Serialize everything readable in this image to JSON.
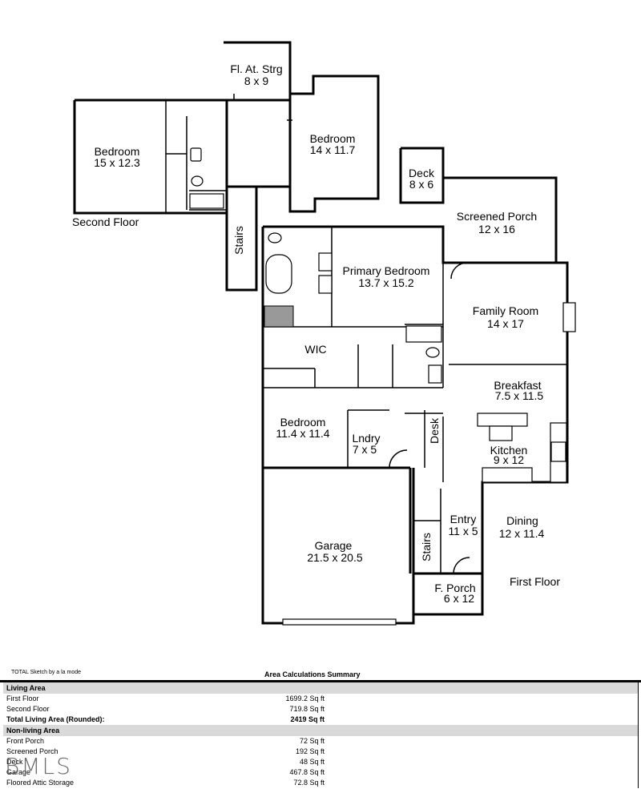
{
  "floors": {
    "second_floor": "Second Floor",
    "first_floor": "First Floor"
  },
  "rooms": {
    "bedroom_left": {
      "name": "Bedroom",
      "size": "15 x 12.3"
    },
    "attic_storage": {
      "name": "Fl. At. Strg",
      "size": "8 x 9"
    },
    "bedroom_upper": {
      "name": "Bedroom",
      "size": "14 x 11.7"
    },
    "deck": {
      "name": "Deck",
      "size": "8 x 6"
    },
    "screened_porch": {
      "name": "Screened Porch",
      "size": "12 x 16"
    },
    "stairs_upper": {
      "name": "Stairs"
    },
    "primary_bedroom": {
      "name": "Primary Bedroom",
      "size": "13.7 x 15.2"
    },
    "family_room": {
      "name": "Family Room",
      "size": "14 x 17"
    },
    "wic": {
      "name": "WIC"
    },
    "breakfast": {
      "name": "Breakfast",
      "size": "7.5 x 11.5"
    },
    "bedroom_first": {
      "name": "Bedroom",
      "size": "11.4 x 11.4"
    },
    "laundry": {
      "name": "Lndry",
      "size": "7 x 5"
    },
    "desk": {
      "name": "Desk"
    },
    "kitchen": {
      "name": "Kitchen",
      "size": "9 x 12"
    },
    "garage": {
      "name": "Garage",
      "size": "21.5 x 20.5"
    },
    "entry": {
      "name": "Entry",
      "size": "11 x 5"
    },
    "dining": {
      "name": "Dining",
      "size": "12 x 11.4"
    },
    "stairs_lower": {
      "name": "Stairs"
    },
    "front_porch": {
      "name": "F. Porch",
      "size": "6 x 12"
    }
  },
  "summary": {
    "credit": "TOTAL Sketch by a la mode",
    "title": "Area Calculations Summary",
    "living_header": "Living Area",
    "living": [
      {
        "label": "First Floor",
        "value": "1699.2 Sq ft"
      },
      {
        "label": "Second Floor",
        "value": "719.8 Sq ft"
      }
    ],
    "total": {
      "label": "Total Living Area (Rounded):",
      "value": "2419 Sq ft"
    },
    "nonliving_header": "Non-living Area",
    "nonliving": [
      {
        "label": "Front Porch",
        "value": "72 Sq ft"
      },
      {
        "label": "Screened Porch",
        "value": "192 Sq ft"
      },
      {
        "label": "Deck",
        "value": "48 Sq ft"
      },
      {
        "label": "Garage",
        "value": "467.8 Sq ft"
      },
      {
        "label": "Floored Attic Storage",
        "value": "72.8 Sq ft"
      }
    ]
  },
  "watermark": "BMLS"
}
